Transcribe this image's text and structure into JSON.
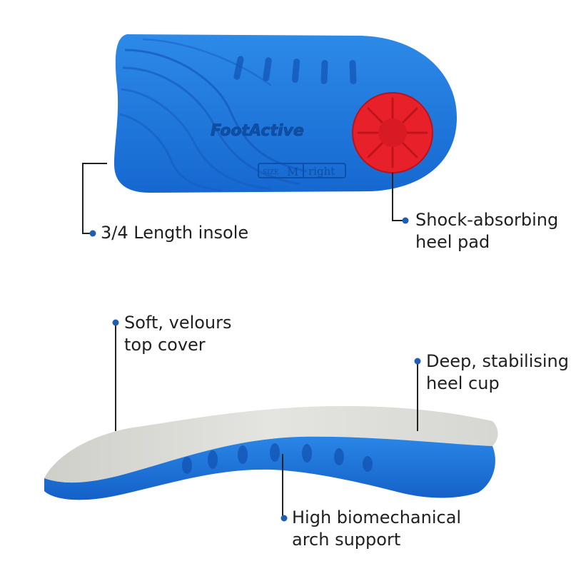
{
  "product": {
    "brand": "FootActive",
    "size_tag": {
      "prefix": "SIZE",
      "size": "M",
      "side": "right"
    }
  },
  "colors": {
    "insole_blue": "#1f7be0",
    "insole_blue_dark": "#1461c4",
    "heel_pad_red": "#e8202a",
    "top_cover_grey": "#dcdcd8",
    "callout_line": "#222222",
    "callout_dot": "#1e5fb4"
  },
  "callouts": {
    "length": {
      "line1": "3/4 Length insole"
    },
    "heel_pad": {
      "line1": "Shock-absorbing",
      "line2": "heel pad"
    },
    "top_cover": {
      "line1": "Soft, velours",
      "line2": "top cover"
    },
    "heel_cup": {
      "line1": "Deep, stabilising",
      "line2": "heel cup"
    },
    "arch": {
      "line1": "High biomechanical",
      "line2": "arch support"
    }
  }
}
